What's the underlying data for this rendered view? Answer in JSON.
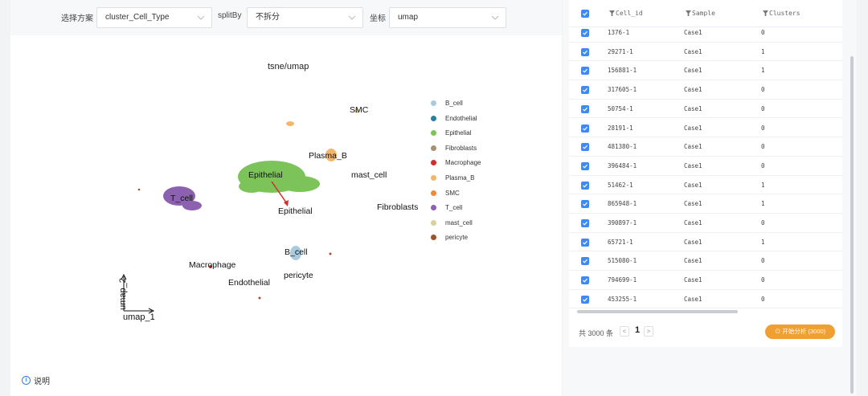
{
  "toolbar": {
    "scheme_label": "选择方案",
    "scheme_value": "cluster_Cell_Type",
    "split_label": "splitBy",
    "split_value": "不拆分",
    "coord_label": "坐标",
    "coord_value": "umap"
  },
  "plot": {
    "title": "tsne/umap",
    "x_axis": "umap_1",
    "y_axis": "umap_2",
    "cluster_labels": [
      "SMC",
      "Plasma_B",
      "mast_cell",
      "Epithelial",
      "T_cell",
      "Epithelial",
      "Fibroblasts",
      "B_cell",
      "Macrophage",
      "pericyte",
      "Endothelial"
    ]
  },
  "legend": [
    {
      "label": "B_cell",
      "color": "#a9cbe0"
    },
    {
      "label": "Endothelial",
      "color": "#2e7d9a"
    },
    {
      "label": "Epithelial",
      "color": "#7cc45a"
    },
    {
      "label": "Fibroblasts",
      "color": "#a99070"
    },
    {
      "label": "Macrophage",
      "color": "#d62b2b"
    },
    {
      "label": "Plasma_B",
      "color": "#f5b56a"
    },
    {
      "label": "SMC",
      "color": "#f08a3a"
    },
    {
      "label": "T_cell",
      "color": "#8c62b0"
    },
    {
      "label": "mast_cell",
      "color": "#d8cf9a"
    },
    {
      "label": "pericyte",
      "color": "#a0522d"
    }
  ],
  "note": "说明",
  "table": {
    "columns": [
      "Cell_id",
      "Sample",
      "Clusters"
    ],
    "rows": [
      [
        "1376-1",
        "Case1",
        "0"
      ],
      [
        "29271-1",
        "Case1",
        "1"
      ],
      [
        "156881-1",
        "Case1",
        "1"
      ],
      [
        "317605-1",
        "Case1",
        "0"
      ],
      [
        "50754-1",
        "Case1",
        "0"
      ],
      [
        "28191-1",
        "Case1",
        "0"
      ],
      [
        "481380-1",
        "Case1",
        "0"
      ],
      [
        "396484-1",
        "Case1",
        "0"
      ],
      [
        "51462-1",
        "Case1",
        "1"
      ],
      [
        "865948-1",
        "Case1",
        "1"
      ],
      [
        "390897-1",
        "Case1",
        "0"
      ],
      [
        "65721-1",
        "Case1",
        "1"
      ],
      [
        "515080-1",
        "Case1",
        "0"
      ],
      [
        "794699-1",
        "Case1",
        "0"
      ],
      [
        "453255-1",
        "Case1",
        "0"
      ]
    ]
  },
  "pager": {
    "total": "共 3000 条",
    "page": "1",
    "prev": "<",
    "next": ">"
  },
  "analyze_button": "开始分析 (3000)"
}
